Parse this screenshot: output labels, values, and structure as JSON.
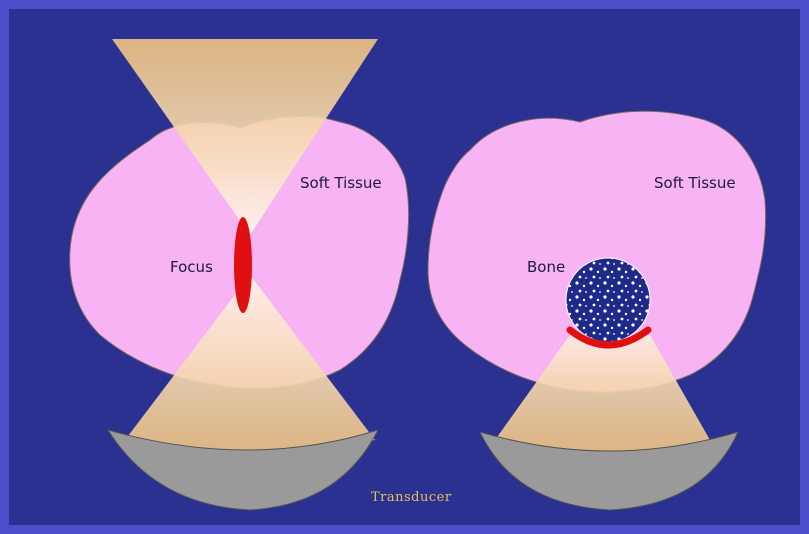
{
  "labels": {
    "soft_tissue_left": "Soft Tissue",
    "soft_tissue_right": "Soft Tissue",
    "focus": "Focus",
    "bone": "Bone",
    "transducer": "Transducer"
  },
  "colors": {
    "background": "#2b3190",
    "border": "#4a4fc9",
    "tissue": "#f7b3f3",
    "beam": "#f0c98c",
    "focus": "#e01010",
    "bone": "#1d2a8a",
    "transducer": "#9a9a9a"
  }
}
